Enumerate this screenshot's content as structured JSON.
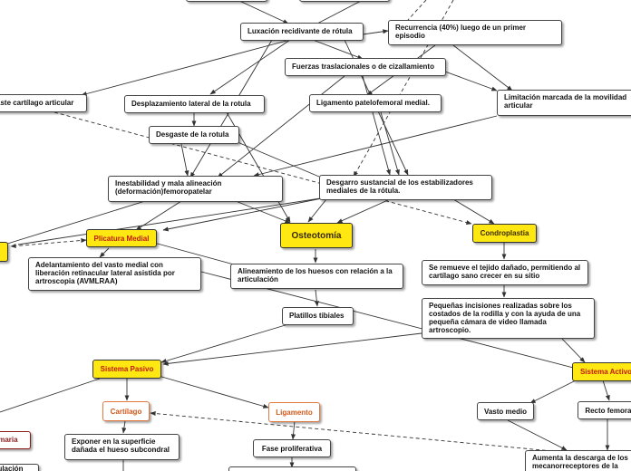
{
  "nodes": {
    "luxacion": "Luxación recidivante de rótula",
    "recurrencia": "Recurrencia (40%) luego de un primer episodio",
    "fuerzas": "Fuerzas traslacionales o de cizallamiento",
    "desgaste_cartilago": "aste cartílago articular",
    "desplazamiento": "Desplazamiento lateral de la rotula",
    "ligamento_pf": "Ligamento patelofemoral medial.",
    "limitacion": "Limitación marcada de la movilidad articular",
    "desgaste_rotula": "Desgaste de la rotula",
    "inestabilidad": "Inestabilidad y mala alineación (deformación)femoropatelar",
    "desgarro": "Desgarro sustancial de los estabilizadores mediales de la rótula.",
    "plicatura": "Plicatura Medial",
    "osteotomia": "Osteotomía",
    "condroplastia": "Condroplastia",
    "adelantamiento": "Adelantamiento del vasto medial con liberación retinacular lateral asistida por artroscopia (AVMLRAA)",
    "alineamiento": "Alineamiento de los huesos con relación a la articulación",
    "remueve": "Se remueve el tejido dañado, permitiendo al cartílago sano crecer en su sitio",
    "pequenas": "Pequeñas incisiones realizadas sobre los costados de la rodilla y con la ayuda de una pequeña cámara de video llamada artroscopio.",
    "platillos": "Platillos tibiales",
    "sistema_pasivo": "Sistema Pasivo",
    "sistema_activo": "Sistema Activo",
    "cartilago": "Cartílago",
    "ligamento": "Ligamento",
    "vasto_medio": "Vasto medio",
    "recto_femoral": "Recto femoral",
    "exponer": "Exponer en la superficie dañada el hueso subcondral",
    "fase_proliferativa": "Fase proliferativa",
    "aumenta": "Aumenta la descarga  de  los mecanorreceptores  de  la",
    "primaria": "imaria",
    "sulacion": "sulación"
  },
  "colors": {
    "yellow_node": "#ffe812",
    "orange_border": "#e27a3f",
    "darkred_border": "#8b1a1a",
    "link": "#333333"
  }
}
